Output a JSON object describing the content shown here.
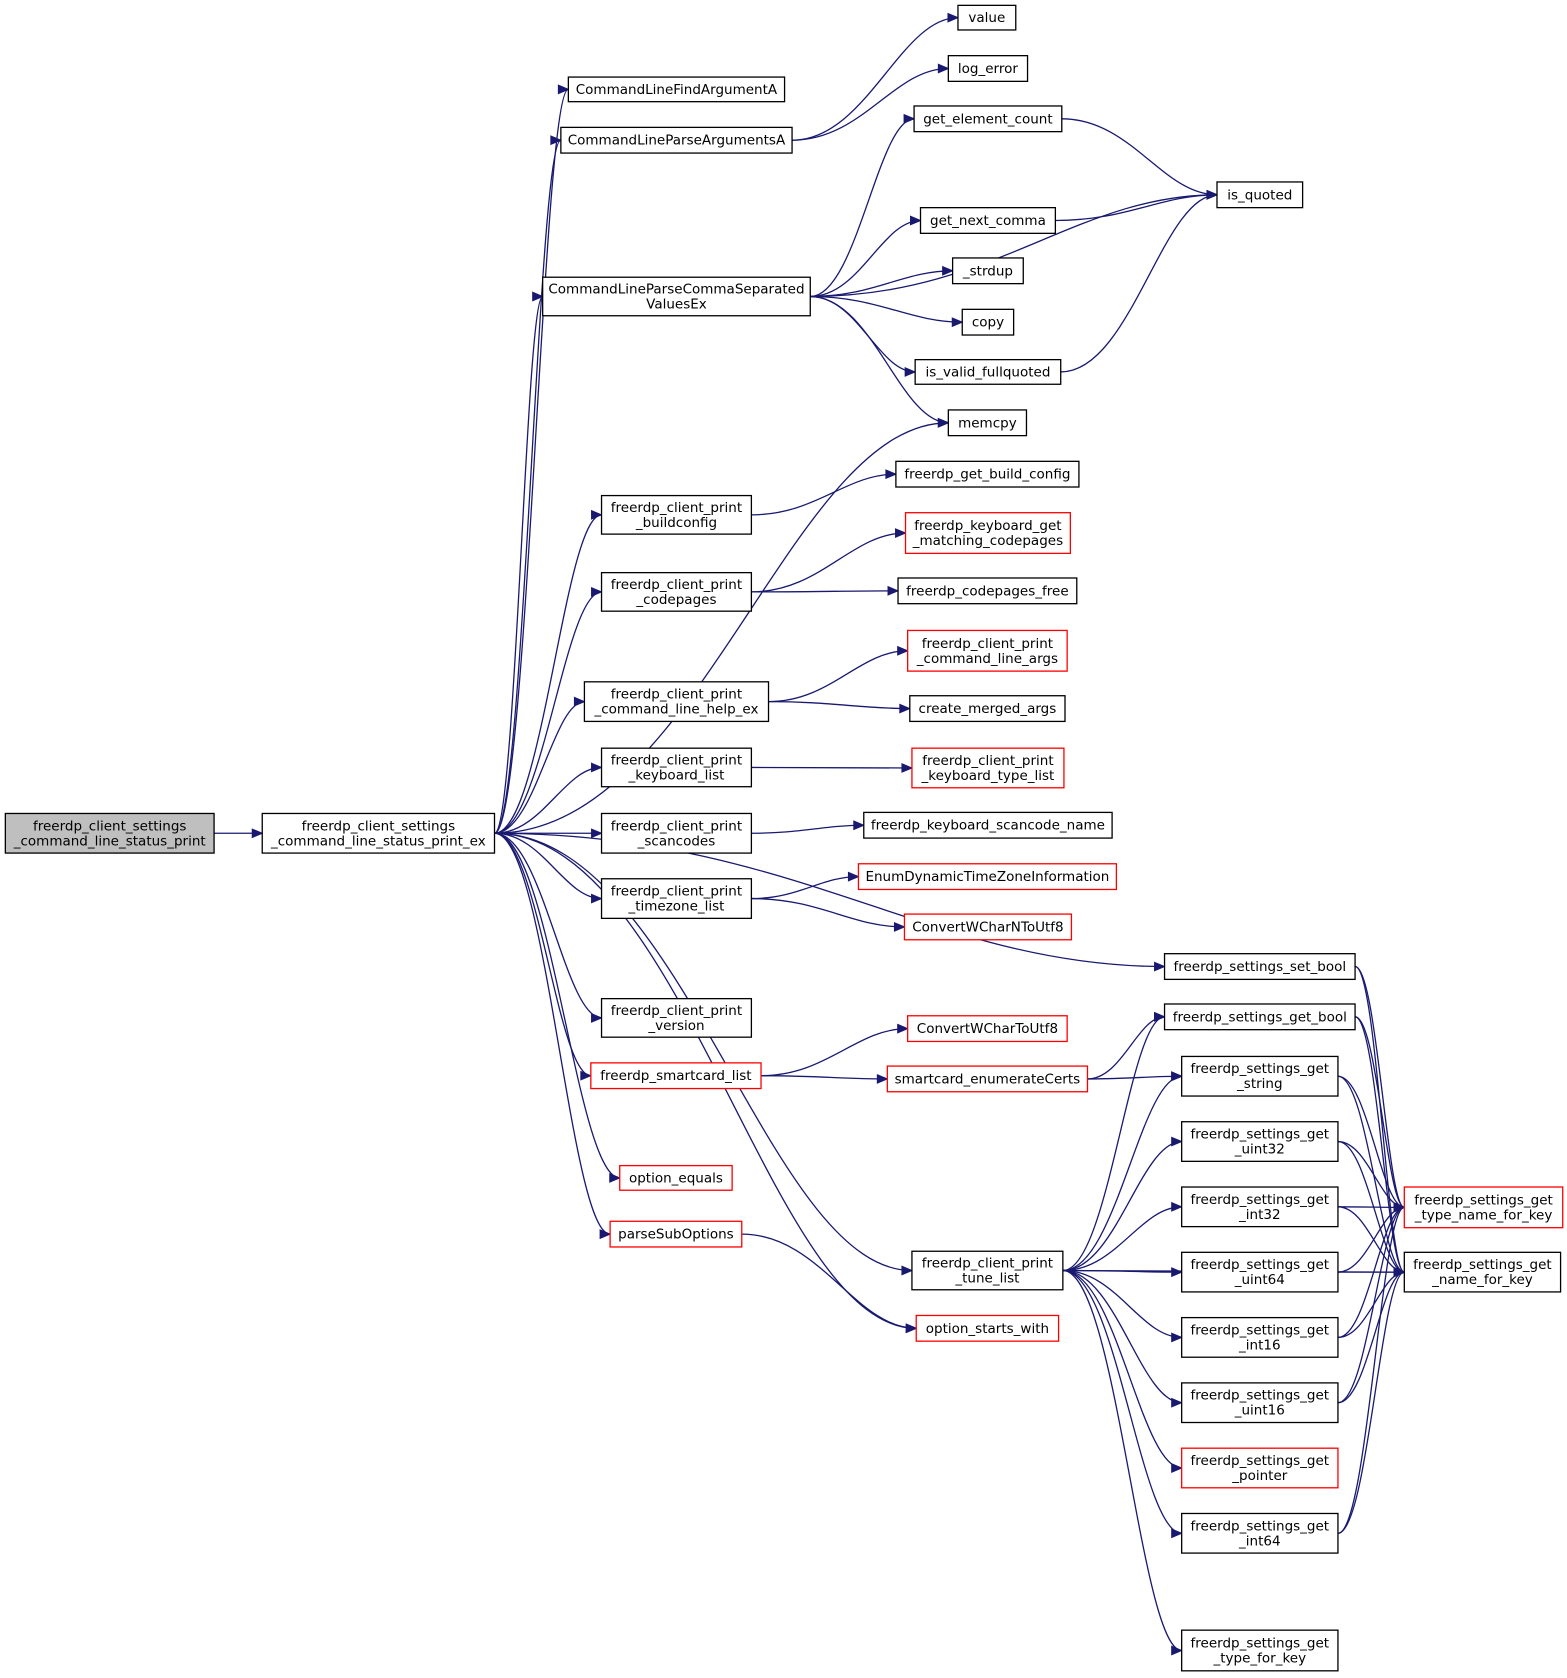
{
  "colors": {
    "edge": "#191970",
    "node_border": "#000000",
    "node_border_truncated": "#ff0000",
    "root_fill": "#bfbfbf",
    "node_fill": "#ffffff",
    "text": "#000000"
  },
  "nodes": {
    "n_root": {
      "lines": [
        "freerdp_client_settings",
        "_command_line_status_print"
      ],
      "root": true
    },
    "n_ex": {
      "lines": [
        "freerdp_client_settings",
        "_command_line_status_print_ex"
      ]
    },
    "n_findarg": {
      "lines": [
        "CommandLineFindArgumentA"
      ]
    },
    "n_parseargs": {
      "lines": [
        "CommandLineParseArgumentsA"
      ]
    },
    "n_parsecomma": {
      "lines": [
        "CommandLineParseCommaSeparated",
        "ValuesEx"
      ]
    },
    "n_buildconfig": {
      "lines": [
        "freerdp_client_print",
        "_buildconfig"
      ]
    },
    "n_codepages": {
      "lines": [
        "freerdp_client_print",
        "_codepages"
      ]
    },
    "n_helpex": {
      "lines": [
        "freerdp_client_print",
        "_command_line_help_ex"
      ]
    },
    "n_keyboardlist": {
      "lines": [
        "freerdp_client_print",
        "_keyboard_list"
      ]
    },
    "n_scancodes": {
      "lines": [
        "freerdp_client_print",
        "_scancodes"
      ]
    },
    "n_timezone": {
      "lines": [
        "freerdp_client_print",
        "_timezone_list"
      ]
    },
    "n_version": {
      "lines": [
        "freerdp_client_print",
        "_version"
      ]
    },
    "n_smartcard": {
      "lines": [
        "freerdp_smartcard_list"
      ],
      "truncated": true
    },
    "n_optequals": {
      "lines": [
        "option_equals"
      ],
      "truncated": true
    },
    "n_parsesub": {
      "lines": [
        "parseSubOptions"
      ],
      "truncated": true
    },
    "n_tunelist": {
      "lines": [
        "freerdp_client_print",
        "_tune_list"
      ]
    },
    "n_value": {
      "lines": [
        "value"
      ]
    },
    "n_logerror": {
      "lines": [
        "log_error"
      ]
    },
    "n_elemcount": {
      "lines": [
        "get_element_count"
      ]
    },
    "n_nextcomma": {
      "lines": [
        "get_next_comma"
      ]
    },
    "n_strdup": {
      "lines": [
        "_strdup"
      ]
    },
    "n_copy": {
      "lines": [
        "copy"
      ]
    },
    "n_validfq": {
      "lines": [
        "is_valid_fullquoted"
      ]
    },
    "n_memcpy": {
      "lines": [
        "memcpy"
      ]
    },
    "n_isquoted": {
      "lines": [
        "is_quoted"
      ]
    },
    "n_getbuild": {
      "lines": [
        "freerdp_get_build_config"
      ]
    },
    "n_kbmatch": {
      "lines": [
        "freerdp_keyboard_get",
        "_matching_codepages"
      ],
      "truncated": true
    },
    "n_cpfree": {
      "lines": [
        "freerdp_codepages_free"
      ]
    },
    "n_printargs": {
      "lines": [
        "freerdp_client_print",
        "_command_line_args"
      ],
      "truncated": true
    },
    "n_mergedargs": {
      "lines": [
        "create_merged_args"
      ]
    },
    "n_kbtype": {
      "lines": [
        "freerdp_client_print",
        "_keyboard_type_list"
      ],
      "truncated": true
    },
    "n_scname": {
      "lines": [
        "freerdp_keyboard_scancode_name"
      ]
    },
    "n_enumtz": {
      "lines": [
        "EnumDynamicTimeZoneInformation"
      ],
      "truncated": true
    },
    "n_wcharn": {
      "lines": [
        "ConvertWCharNToUtf8"
      ],
      "truncated": true
    },
    "n_wchar": {
      "lines": [
        "ConvertWCharToUtf8"
      ],
      "truncated": true
    },
    "n_scenum": {
      "lines": [
        "smartcard_enumerateCerts"
      ],
      "truncated": true
    },
    "n_startswith": {
      "lines": [
        "option_starts_with"
      ],
      "truncated": true
    },
    "n_setbool": {
      "lines": [
        "freerdp_settings_set_bool"
      ]
    },
    "n_getbool": {
      "lines": [
        "freerdp_settings_get_bool"
      ]
    },
    "n_getstring": {
      "lines": [
        "freerdp_settings_get",
        "_string"
      ]
    },
    "n_getuint32": {
      "lines": [
        "freerdp_settings_get",
        "_uint32"
      ]
    },
    "n_getint32": {
      "lines": [
        "freerdp_settings_get",
        "_int32"
      ]
    },
    "n_getuint64": {
      "lines": [
        "freerdp_settings_get",
        "_uint64"
      ]
    },
    "n_getint16": {
      "lines": [
        "freerdp_settings_get",
        "_int16"
      ]
    },
    "n_getuint16": {
      "lines": [
        "freerdp_settings_get",
        "_uint16"
      ]
    },
    "n_getpointer": {
      "lines": [
        "freerdp_settings_get",
        "_pointer"
      ],
      "truncated": true
    },
    "n_getint64": {
      "lines": [
        "freerdp_settings_get",
        "_int64"
      ]
    },
    "n_typeforkey": {
      "lines": [
        "freerdp_settings_get",
        "_type_for_key"
      ]
    },
    "n_typename": {
      "lines": [
        "freerdp_settings_get",
        "_type_name_for_key"
      ],
      "truncated": true
    },
    "n_namekey": {
      "lines": [
        "freerdp_settings_get",
        "_name_for_key"
      ]
    }
  },
  "edges": [
    [
      "n_root",
      "n_ex"
    ],
    [
      "n_ex",
      "n_findarg"
    ],
    [
      "n_ex",
      "n_parseargs"
    ],
    [
      "n_ex",
      "n_parsecomma"
    ],
    [
      "n_ex",
      "n_memcpy"
    ],
    [
      "n_ex",
      "n_buildconfig"
    ],
    [
      "n_ex",
      "n_codepages"
    ],
    [
      "n_ex",
      "n_helpex"
    ],
    [
      "n_ex",
      "n_keyboardlist"
    ],
    [
      "n_ex",
      "n_scancodes"
    ],
    [
      "n_ex",
      "n_timezone"
    ],
    [
      "n_ex",
      "n_setbool"
    ],
    [
      "n_ex",
      "n_version"
    ],
    [
      "n_ex",
      "n_smartcard"
    ],
    [
      "n_ex",
      "n_tunelist"
    ],
    [
      "n_ex",
      "n_optequals"
    ],
    [
      "n_ex",
      "n_parsesub"
    ],
    [
      "n_ex",
      "n_startswith"
    ],
    [
      "n_parseargs",
      "n_value"
    ],
    [
      "n_parseargs",
      "n_logerror"
    ],
    [
      "n_parsecomma",
      "n_elemcount"
    ],
    [
      "n_parsecomma",
      "n_isquoted"
    ],
    [
      "n_parsecomma",
      "n_nextcomma"
    ],
    [
      "n_parsecomma",
      "n_strdup"
    ],
    [
      "n_parsecomma",
      "n_copy"
    ],
    [
      "n_parsecomma",
      "n_validfq"
    ],
    [
      "n_parsecomma",
      "n_memcpy"
    ],
    [
      "n_elemcount",
      "n_isquoted"
    ],
    [
      "n_nextcomma",
      "n_isquoted"
    ],
    [
      "n_validfq",
      "n_isquoted"
    ],
    [
      "n_buildconfig",
      "n_getbuild"
    ],
    [
      "n_codepages",
      "n_kbmatch"
    ],
    [
      "n_codepages",
      "n_cpfree"
    ],
    [
      "n_helpex",
      "n_printargs"
    ],
    [
      "n_helpex",
      "n_mergedargs"
    ],
    [
      "n_keyboardlist",
      "n_kbtype"
    ],
    [
      "n_scancodes",
      "n_scname"
    ],
    [
      "n_timezone",
      "n_enumtz"
    ],
    [
      "n_timezone",
      "n_wcharn"
    ],
    [
      "n_smartcard",
      "n_wchar"
    ],
    [
      "n_smartcard",
      "n_scenum"
    ],
    [
      "n_scenum",
      "n_getbool"
    ],
    [
      "n_scenum",
      "n_getstring"
    ],
    [
      "n_parsesub",
      "n_startswith"
    ],
    [
      "n_tunelist",
      "n_getbool"
    ],
    [
      "n_tunelist",
      "n_getstring"
    ],
    [
      "n_tunelist",
      "n_getuint32"
    ],
    [
      "n_tunelist",
      "n_getint32"
    ],
    [
      "n_tunelist",
      "n_getuint64"
    ],
    [
      "n_tunelist",
      "n_getint16"
    ],
    [
      "n_tunelist",
      "n_getuint16"
    ],
    [
      "n_tunelist",
      "n_getpointer"
    ],
    [
      "n_tunelist",
      "n_getint64"
    ],
    [
      "n_tunelist",
      "n_typeforkey"
    ],
    [
      "n_tunelist",
      "n_namekey"
    ],
    [
      "n_setbool",
      "n_typename"
    ],
    [
      "n_setbool",
      "n_namekey"
    ],
    [
      "n_getbool",
      "n_typename"
    ],
    [
      "n_getbool",
      "n_namekey"
    ],
    [
      "n_getstring",
      "n_typename"
    ],
    [
      "n_getstring",
      "n_namekey"
    ],
    [
      "n_getuint32",
      "n_typename"
    ],
    [
      "n_getuint32",
      "n_namekey"
    ],
    [
      "n_getint32",
      "n_typename"
    ],
    [
      "n_getint32",
      "n_namekey"
    ],
    [
      "n_getuint64",
      "n_typename"
    ],
    [
      "n_getuint64",
      "n_namekey"
    ],
    [
      "n_getint16",
      "n_typename"
    ],
    [
      "n_getint16",
      "n_namekey"
    ],
    [
      "n_getuint16",
      "n_typename"
    ],
    [
      "n_getuint16",
      "n_namekey"
    ],
    [
      "n_getint64",
      "n_typename"
    ],
    [
      "n_getint64",
      "n_namekey"
    ]
  ]
}
